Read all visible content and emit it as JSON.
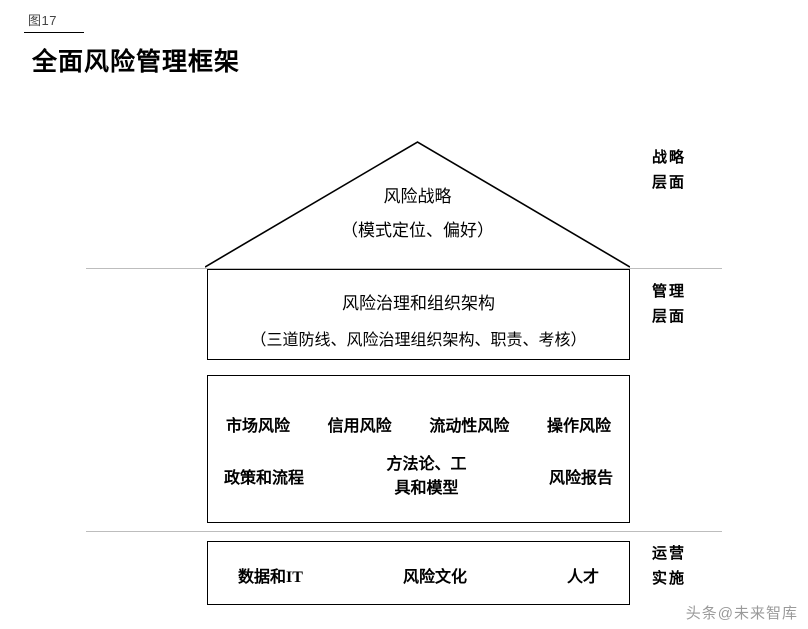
{
  "header": {
    "figure_label": "图17",
    "title": "全面风险管理框架"
  },
  "diagram": {
    "roof": {
      "line1": "风险战略",
      "line2": "（模式定位、偏好）"
    },
    "governance": {
      "line1": "风险治理和组织架构",
      "line2": "（三道防线、风险治理组织架构、职责、考核）"
    },
    "risks": {
      "row1": [
        "市场风险",
        "信用风险",
        "流动性风险",
        "操作风险"
      ],
      "row2_left": "政策和流程",
      "row2_mid_line1": "方法论、工",
      "row2_mid_line2": "具和模型",
      "row2_right": "风险报告"
    },
    "operations": {
      "items": [
        "数据和IT",
        "风险文化",
        "人才"
      ]
    },
    "side_labels": {
      "strategy_line1": "战略",
      "strategy_line2": "层面",
      "manage_line1": "管理",
      "manage_line2": "层面",
      "ops_line1": "运营",
      "ops_line2": "实施"
    }
  },
  "watermark": {
    "text": "头条@未来智库"
  },
  "colors": {
    "stroke": "#000000",
    "divider": "#bdbdbd",
    "background": "#ffffff",
    "watermark": "#9a9a9a"
  }
}
